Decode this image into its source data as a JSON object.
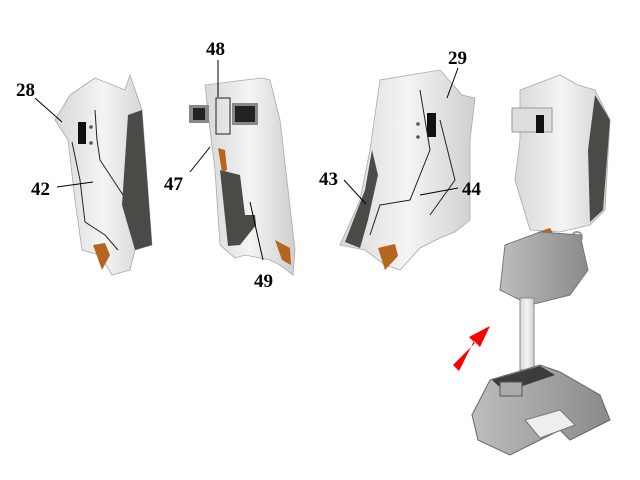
{
  "labels": {
    "l28": "28",
    "l42": "42",
    "l48": "48",
    "l47": "47",
    "l49": "49",
    "l43": "43",
    "l44": "44",
    "l29": "29"
  },
  "colors": {
    "armor": "#e8e8e8",
    "dark": "#4a4a46",
    "accent": "#b5651d",
    "arrow": "#ff0000"
  }
}
